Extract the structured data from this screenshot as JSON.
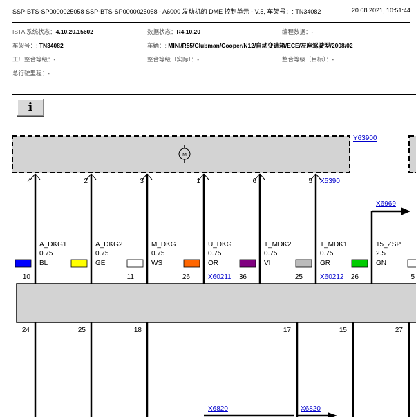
{
  "header": {
    "title": "SSP-BTS-SP0000025058 SSP-BTS-SP0000025058 - A6000 发动机的 DME 控制单元 - V.5, 车架号：: TN34082",
    "datetime": "20.08.2021, 10:51:44"
  },
  "info": {
    "ista_label": "ISTA 系统状态：",
    "ista_value": "4.10.20.15602",
    "data_label": "数据状态：",
    "data_value": "R4.10.20",
    "prog_label": "编程数据：",
    "prog_value": "-",
    "vin_label": "车架号：:",
    "vin_value": "TN34082",
    "vehicle_label": "车辆：:",
    "vehicle_value": "MINI/R55/Clubman/Cooper/N12/自动变速箱/ECE/左座驾驶型/2008/02",
    "factory_label": "工厂整合等级：",
    "factory_value": "-",
    "level_actual_label": "整合等级（实际）：",
    "level_actual_value": "-",
    "level_target_label": "整合等级（目标）：",
    "level_target_value": "-",
    "mileage_label": "总行驶里程：",
    "mileage_value": "-"
  },
  "info_button": "i",
  "icon_names": {
    "info": "info-icon",
    "motor": "motor-icon"
  },
  "component": {
    "id": "Y63900",
    "motor_symbol": "M",
    "connector": "X5390"
  },
  "top_pins": [
    {
      "num": "4",
      "label": "A_DKG1",
      "cross": "0.75",
      "color_code": "BL",
      "swatch": "#0000ff",
      "bottom_pin": "10"
    },
    {
      "num": "2",
      "label": "A_DKG2",
      "cross": "0.75",
      "color_code": "GE",
      "swatch": "#ffff00",
      "bottom_pin": "11"
    },
    {
      "num": "3",
      "label": "M_DKG",
      "cross": "0.75",
      "color_code": "WS",
      "swatch": "#ffffff",
      "bottom_pin": "26"
    },
    {
      "num": "1",
      "label": "U_DKG",
      "cross": "0.75",
      "color_code": "OR",
      "swatch": "#ff6600",
      "bottom_pin": "36"
    },
    {
      "num": "6",
      "label": "T_MDK2",
      "cross": "0.75",
      "color_code": "VI",
      "swatch": "#800080",
      "bottom_pin": "25"
    },
    {
      "num": "5",
      "label": "T_MDK1",
      "cross": "0.75",
      "color_code": "GR",
      "swatch": "#bbbbbb",
      "bottom_pin": "26"
    },
    {
      "num": "",
      "label": "15_ZSP",
      "cross": "2.5",
      "color_code": "GN",
      "swatch": "#00cc00",
      "bottom_pin": "5"
    }
  ],
  "arrow_connector": "X6969",
  "extra_swatch": "#ffffff",
  "connector_links": {
    "x60211": "X60211",
    "x60212": "X60212"
  },
  "lower_pins": [
    "24",
    "25",
    "18",
    "17",
    "15",
    "27"
  ],
  "bottom_connectors": [
    "X6820",
    "X6820"
  ],
  "colors": {
    "component_fill": "#d3d3d3",
    "link": "#0000cc"
  }
}
